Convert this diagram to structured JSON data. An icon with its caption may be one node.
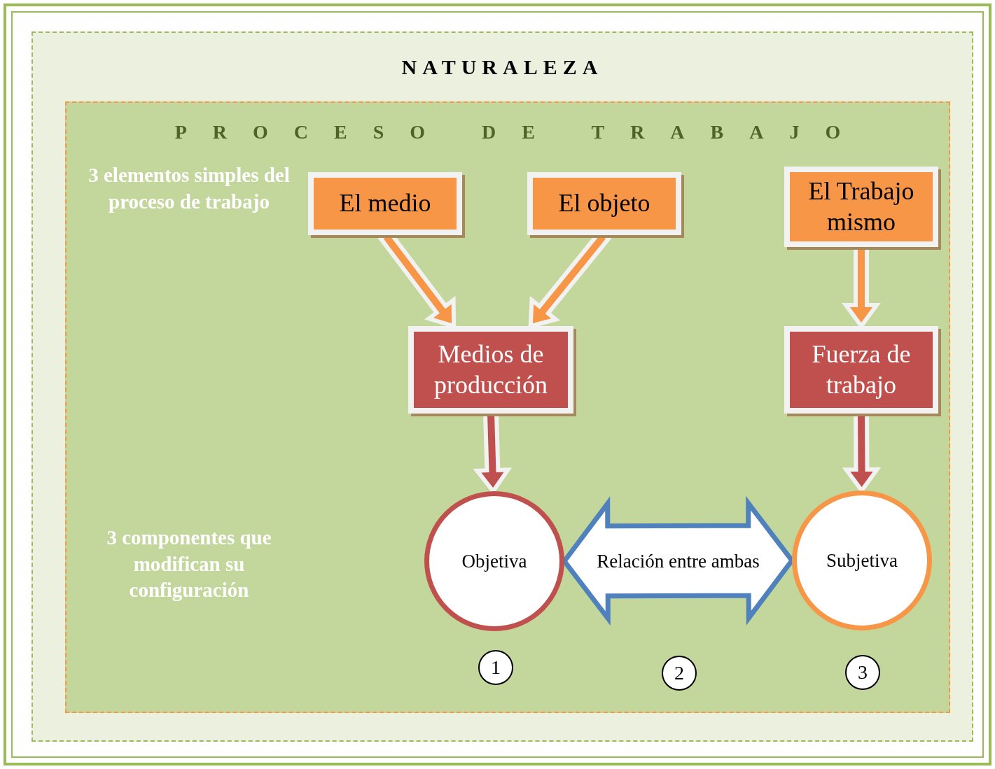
{
  "diagram": {
    "nodes": [
      {
        "text": [
          "NATURALEZA"
        ]
      },
      {
        "text": [
          "PROCESO DE TRABAJO"
        ],
        "in": 0
      },
      {
        "text": [
          "El medio"
        ],
        "in": 1
      },
      {
        "text": [
          "El objeto"
        ],
        "in": 1
      },
      {
        "text": [
          "El Trabajo mismo"
        ],
        "in": 1
      },
      {
        "text": [
          "Medios de producción"
        ],
        "in": 1
      },
      {
        "text": [
          "Fuerza de trabajo"
        ],
        "in": 1
      },
      {
        "text": [
          "Objetiva"
        ],
        "in": 1
      },
      {
        "text": [
          "Subjetiva"
        ],
        "in": 1
      }
    ],
    "edges": [
      {
        "from": 2,
        "to": 5,
        "arrow": "to",
        "style": "thick"
      },
      {
        "from": 3,
        "to": 5,
        "arrow": "to",
        "style": "thick"
      },
      {
        "from": 4,
        "to": 6,
        "arrow": "to",
        "style": "thick"
      },
      {
        "from": 5,
        "to": 7,
        "arrow": "to",
        "style": "thick",
        "color": "#c0504d"
      },
      {
        "from": 6,
        "to": 8,
        "arrow": "to",
        "style": "thick",
        "color": "#c0504d"
      },
      {
        "from": 7,
        "to": 8,
        "arrow": "both",
        "label": "Relación entre ambas",
        "style": "thick",
        "color": "#4f81bd"
      }
    ],
    "labels": [
      "3 elementos simples del proceso de trabajo",
      "3 componentes que modifican su configuración",
      "1",
      "2",
      "3"
    ]
  }
}
